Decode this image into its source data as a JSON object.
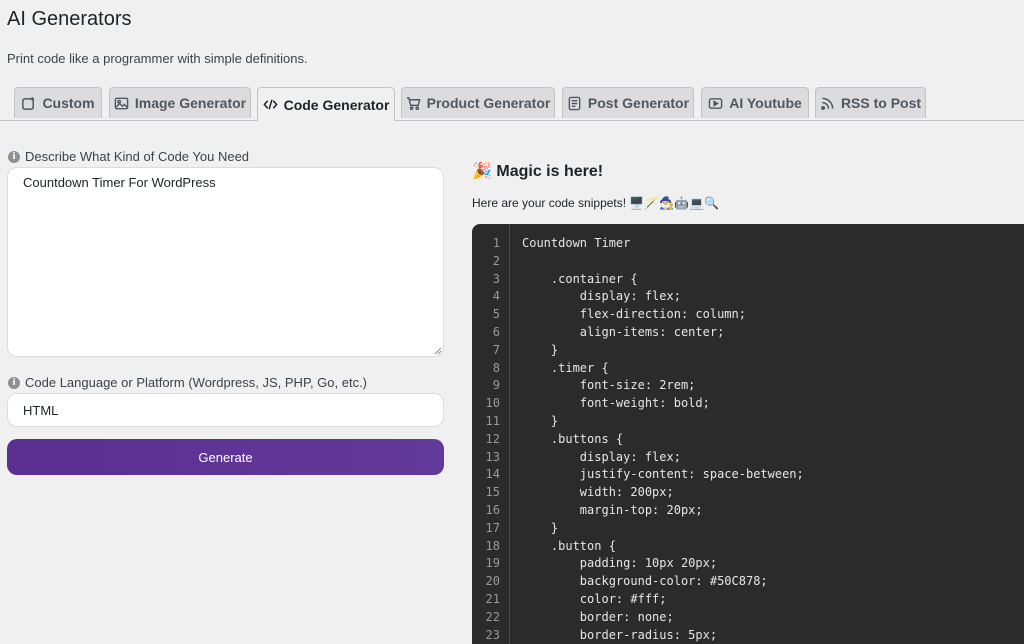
{
  "page": {
    "title": "AI Generators",
    "description": "Print code like a programmer with simple definitions."
  },
  "tabs": [
    {
      "label": "Custom",
      "icon": "spark-square-icon"
    },
    {
      "label": "Image Generator",
      "icon": "image-icon"
    },
    {
      "label": "Code Generator",
      "icon": "code-icon",
      "active": true
    },
    {
      "label": "Product Generator",
      "icon": "cart-icon"
    },
    {
      "label": "Post Generator",
      "icon": "document-icon"
    },
    {
      "label": "AI Youtube",
      "icon": "play-icon"
    },
    {
      "label": "RSS to Post",
      "icon": "rss-icon"
    }
  ],
  "form": {
    "describe_label": "Describe What Kind of Code You Need",
    "describe_value": "Countdown Timer For WordPress",
    "language_label": "Code Language or Platform (Wordpress, JS, PHP, Go, etc.)",
    "language_value": "HTML",
    "generate_label": "Generate"
  },
  "result": {
    "title": "Magic is here!",
    "title_emoji": "🎉",
    "subtitle": "Here are your code snippets! 🖥️🪄🧙‍♂️🤖💻🔍",
    "code_lines": [
      "Countdown Timer",
      "",
      "    .container {",
      "        display: flex;",
      "        flex-direction: column;",
      "        align-items: center;",
      "    }",
      "    .timer {",
      "        font-size: 2rem;",
      "        font-weight: bold;",
      "    }",
      "    .buttons {",
      "        display: flex;",
      "        justify-content: space-between;",
      "        width: 200px;",
      "        margin-top: 20px;",
      "    }",
      "    .button {",
      "        padding: 10px 20px;",
      "        background-color: #50C878;",
      "        color: #fff;",
      "        border: none;",
      "        border-radius: 5px;"
    ]
  },
  "colors": {
    "primary_button": "#5b3296",
    "code_background": "#2b2b2b"
  }
}
